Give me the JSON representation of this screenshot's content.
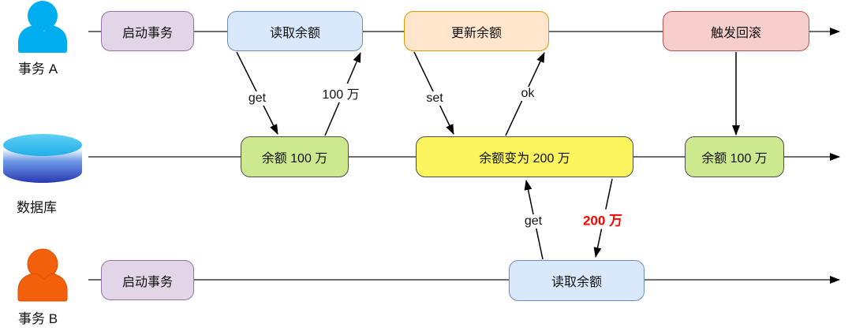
{
  "lanes": {
    "a": "事务 A",
    "db": "数据库",
    "b": "事务 B"
  },
  "nodes": {
    "a_start": "启动事务",
    "a_read": "读取余额",
    "a_update": "更新余额",
    "a_rollback": "触发回滚",
    "db_left": "余额 100 万",
    "db_mid": "余额变为 200 万",
    "db_right": "余额 100 万",
    "b_start": "启动事务",
    "b_read": "读取余额"
  },
  "edge_labels": {
    "a_get": "get",
    "a_return": "100 万",
    "a_set": "set",
    "a_ok": "ok",
    "b_get": "get",
    "b_return": "200 万"
  },
  "colors": {
    "purple_fill": "#E1D5E7",
    "purple_border": "#9673A6",
    "blue_fill": "#DAE8FC",
    "blue_border": "#6C8EBF",
    "orange_fill": "#FFE6CC",
    "orange_border": "#D79B00",
    "red_fill": "#F8CECC",
    "red_border": "#B85450",
    "green_fill": "#CDE98F",
    "yellow_fill": "#FCF55D",
    "dark_border": "#4D4D4D",
    "user_a_icon": "#00AEEF",
    "user_b_icon": "#F2600C",
    "db_icon_top": "#3CC2F0",
    "db_icon_bottom": "#2838B2",
    "highlight_text": "#FF0000"
  }
}
